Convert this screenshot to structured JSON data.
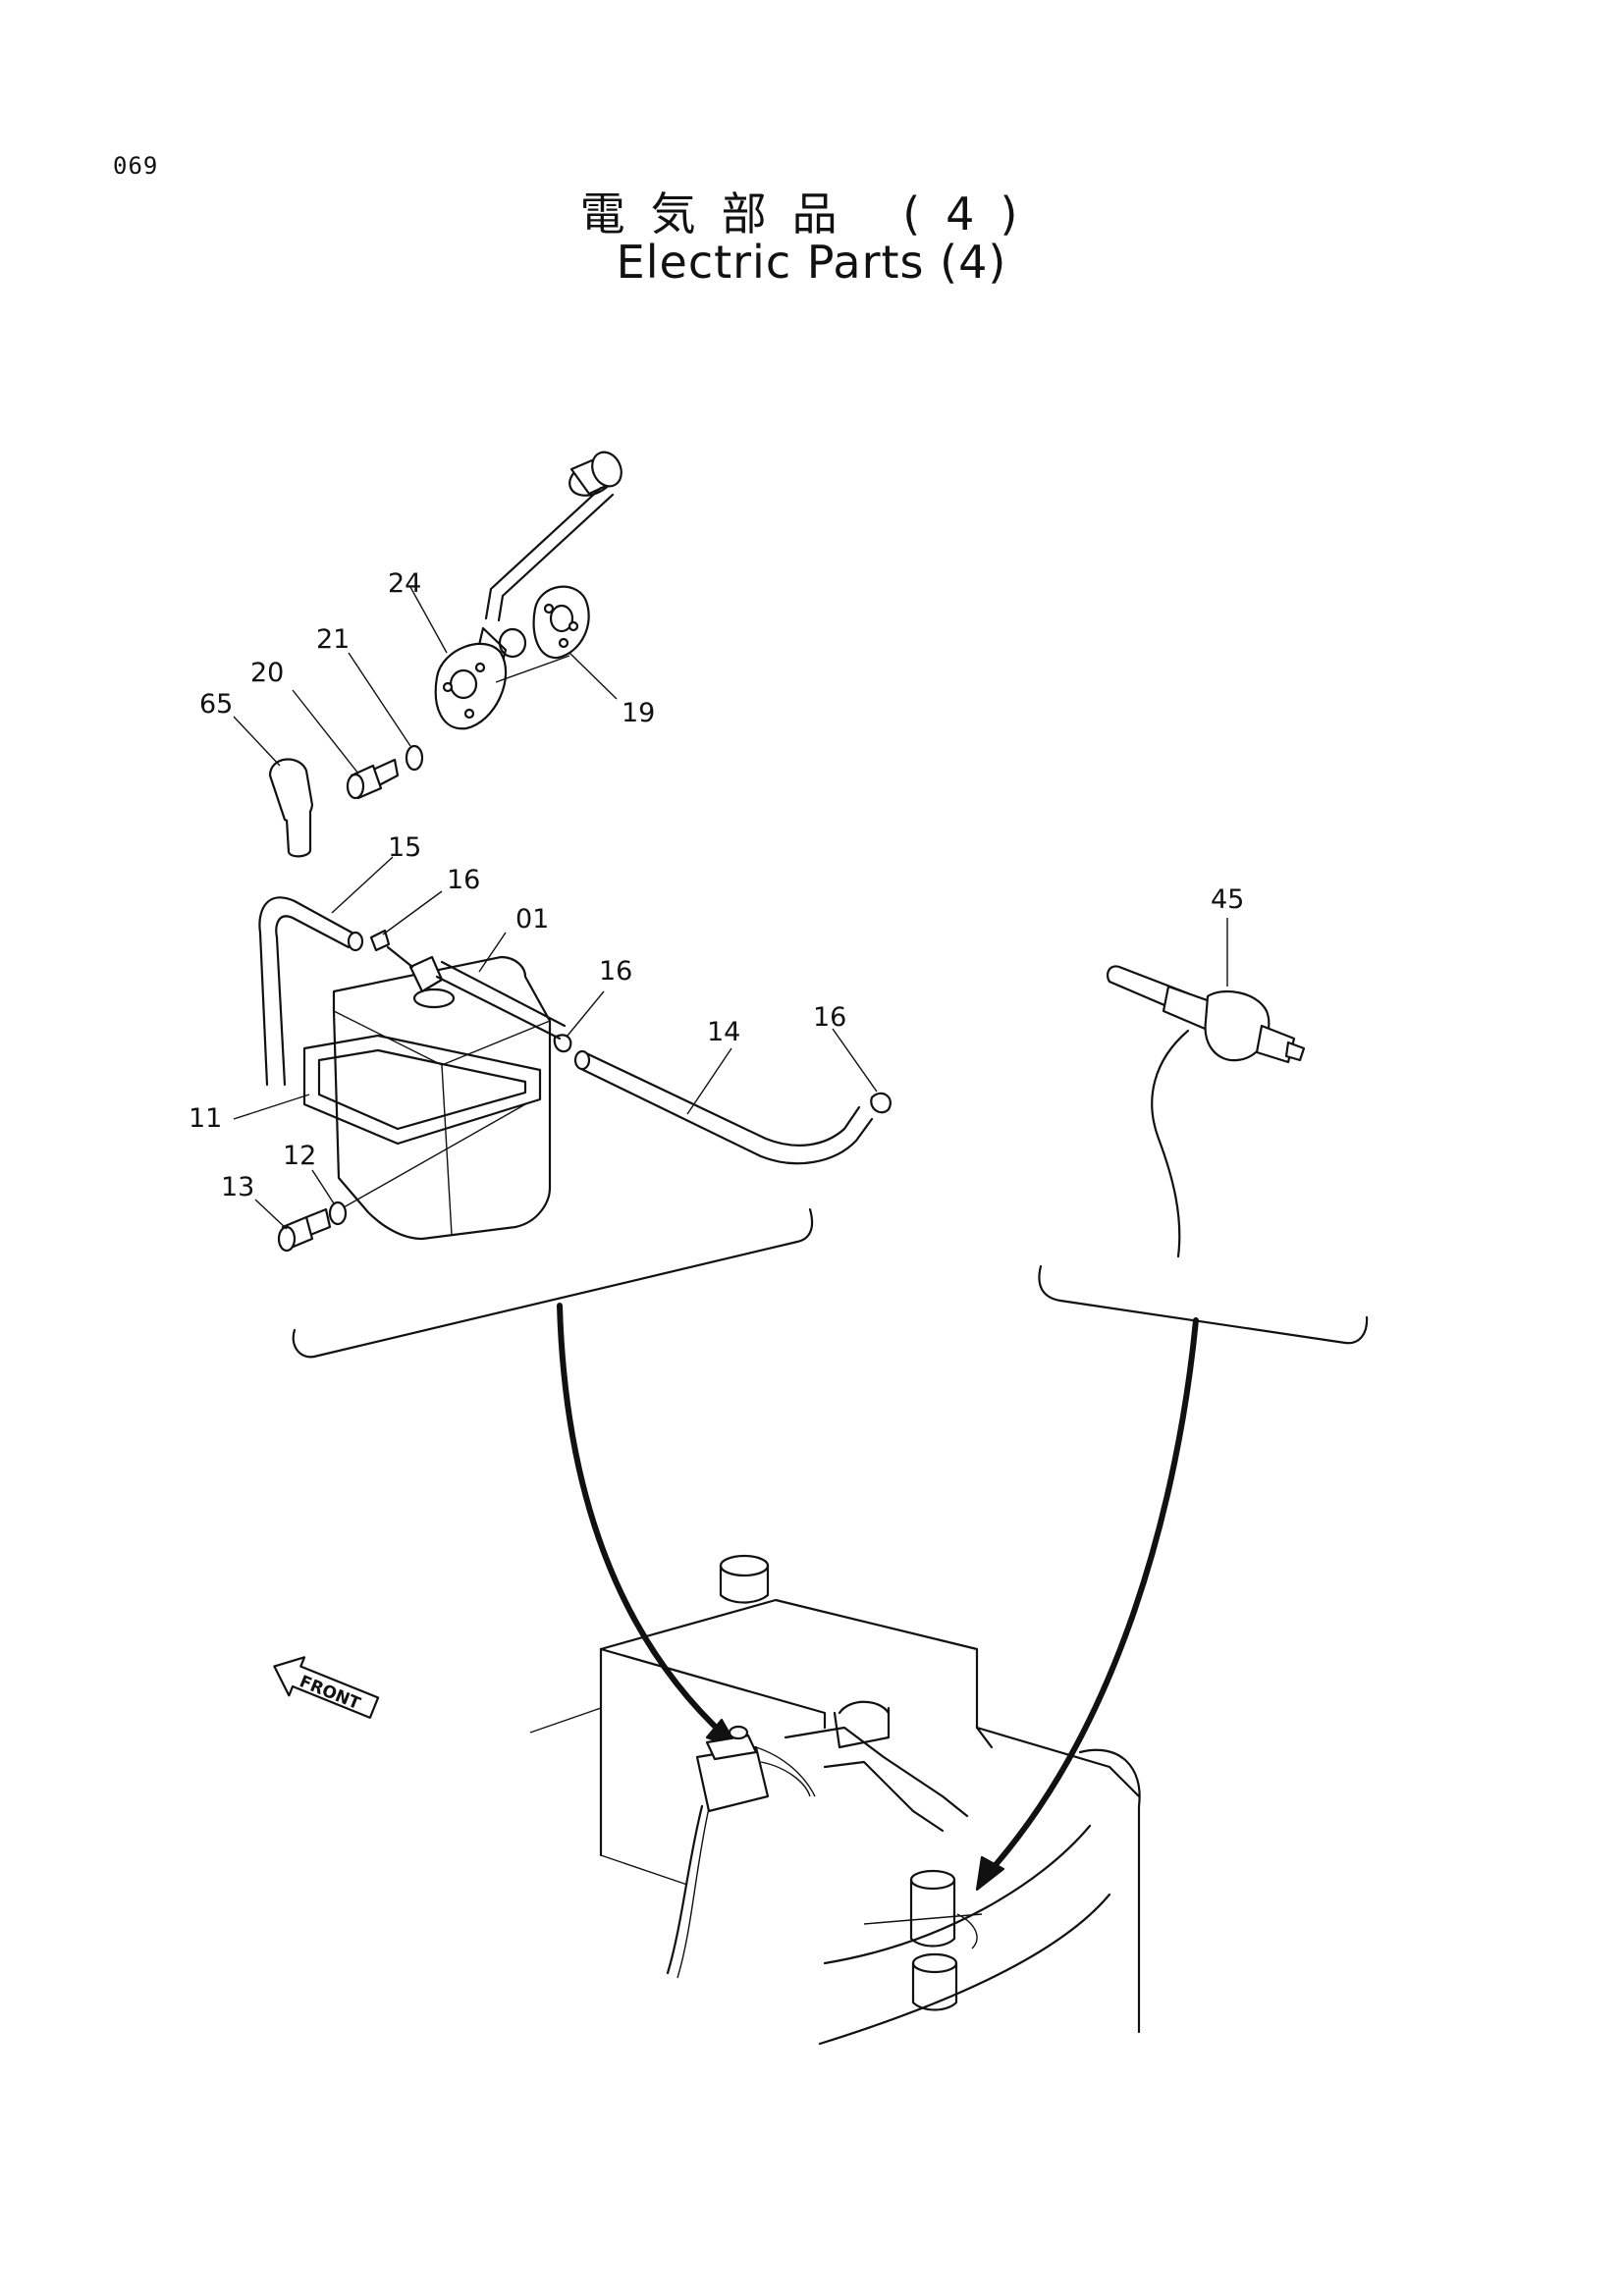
{
  "page_number": "069",
  "title_jp": "電気部品 (4)",
  "title_en": "Electric Parts (4)",
  "labels": {
    "p24": "24",
    "p21": "21",
    "p20": "20",
    "p65": "65",
    "p19": "19",
    "p15": "15",
    "p16a": "16",
    "p01": "01",
    "p16b": "16",
    "p16c": "16",
    "p14": "14",
    "p11": "11",
    "p12": "12",
    "p13": "13",
    "p45": "45"
  },
  "front_marker": "FRONT"
}
